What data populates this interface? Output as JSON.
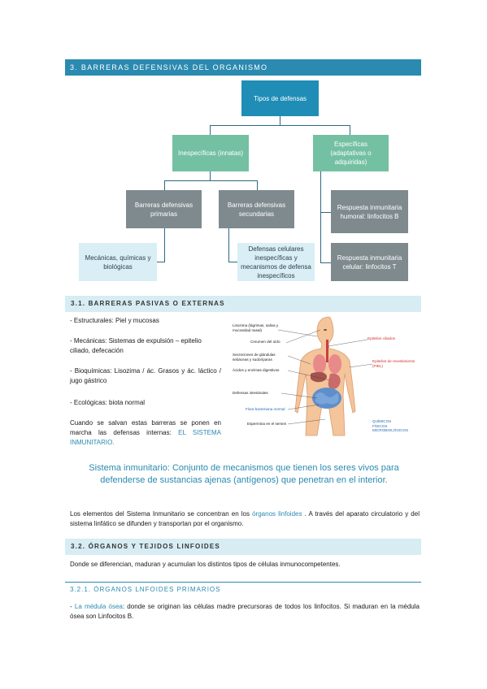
{
  "section_title": "3. BARRERAS DEFENSIVAS DEL ORGANISMO",
  "diagram": {
    "root": "Tipos de defensas",
    "inespecificas": "Inespecíficas (innatas)",
    "especificas": "Específicas (adaptativas o adquiridas)",
    "primarias": "Barreras defensivas primarias",
    "secundarias": "Barreras defensivas secundarias",
    "humoral": "Respuesta inmunitaria humoral: linfocitos B",
    "mecanicas": "Mecánicas, químicas y biológicas",
    "celulares": "Defensas celulares inespecíficas y mecanismos de defensa inespecíficos",
    "celular": "Respuesta inmunitaria celular: linfocitos T"
  },
  "sub1": {
    "title": "3.1. BARRERAS PASIVAS O EXTERNAS",
    "items": [
      "- Estructurales: Piel y mucosas",
      "- Mecánicas: Sistemas de expulsión – epitelio ciliado, defecación",
      "- Bioquímicas: Lisozima / ác. Grasos y ác. láctico / jugo gástrico",
      "- Ecológicas: biota normal"
    ],
    "paragraph": "Cuando se salvan estas barreras se ponen en marcha las defensas internas:",
    "highlight": "EL SISTEMA INMUNITARIO."
  },
  "figure": {
    "labels_left": [
      "Lisozima (lágrimas, saliva y mucosidad nasal)",
      "Cerumen del oído",
      "Secreciones de glándulas sebáceas y sudoríparas",
      "Ácidos y enzimas digestivos",
      "Defensas intestinales",
      "Flora bacteriana normal",
      "Espermina en el semen"
    ],
    "labels_right": [
      "Epitelios ciliados",
      "Epitelios de revestimiento (PIEL)"
    ],
    "legend": "QUÍMICOS FÍSICOS MICROBIOLÓGICOS"
  },
  "quote": "Sistema inmunitario: Conjunto de mecanismos que tienen los seres vivos para defenderse de sustancias ajenas (antígenos) que penetran en el interior.",
  "para2": {
    "before": "Los elementos del Sistema Inmunitario se concentran en los",
    "highlight": "órganos linfoides",
    "after": ". A través del aparato circulatorio y del sistema linfático se difunden y transportan por el organismo."
  },
  "sub2": {
    "title": "3.2. ÓRGANOS Y TEJIDOS LINFOIDES",
    "text": "Donde se diferencian, maduran y acumulan los distintos tipos de células inmunocompetentes."
  },
  "sub3": {
    "title": "3.2.1. ÓRGANOS LNFOIDES PRIMARIOS",
    "dash": "-",
    "highlight": "La médula ósea",
    "text": ": donde se originan las células madre precursoras de todos los linfocitos. Si maduran en la médula ósea son Linfocitos B."
  },
  "colors": {
    "accent": "#2a8ab0",
    "green": "#74c0a3",
    "gray": "#7f8a8e",
    "light": "#d9eef5"
  }
}
